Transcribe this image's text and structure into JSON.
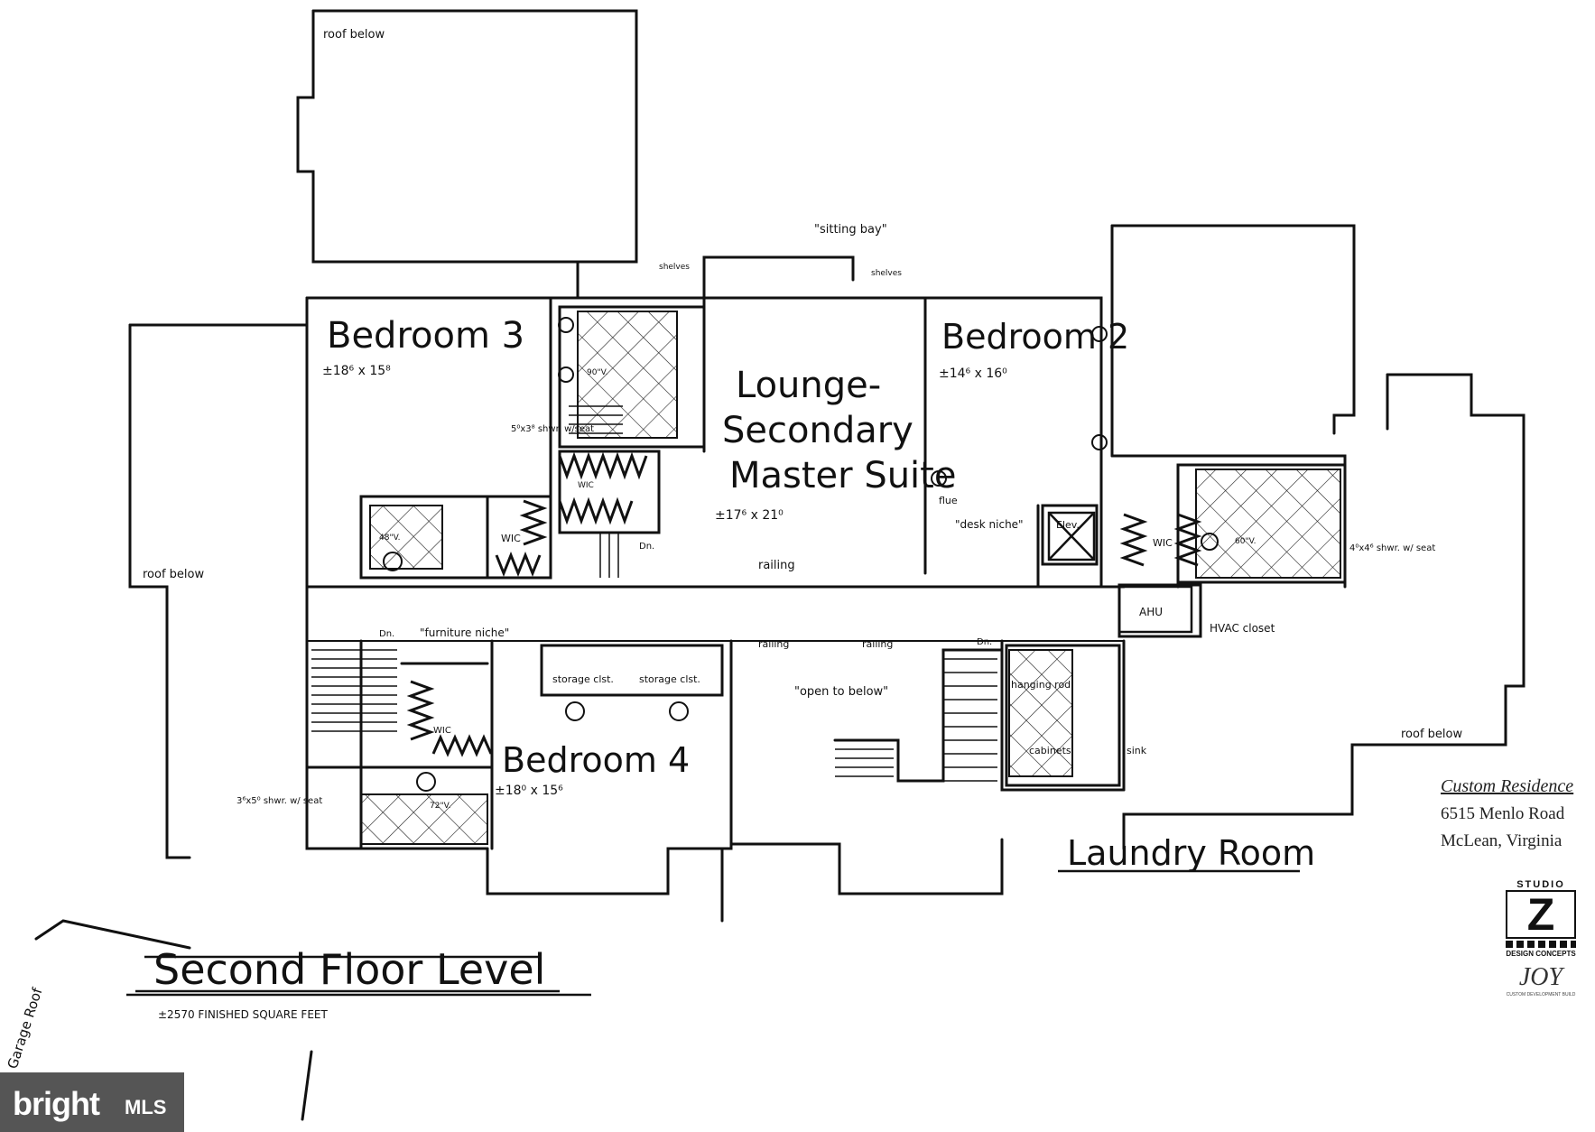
{
  "plan": {
    "title": "Second Floor Level",
    "sqft": "±2570 FINISHED SQUARE FEET",
    "rooms": [
      {
        "name": "Bedroom 3",
        "dims": "±18⁶ x 15⁸"
      },
      {
        "name": "Bedroom 2",
        "dims": "±14⁶ x 16⁰"
      },
      {
        "name": "Bedroom 4",
        "dims": "±18⁰ x 15⁶"
      },
      {
        "name": "Lounge-",
        "dims": ""
      },
      {
        "name": "Secondary",
        "dims": ""
      },
      {
        "name": "Master Suite",
        "dims": "±17⁶ x 21⁰"
      },
      {
        "name": "Laundry Room",
        "dims": ""
      }
    ],
    "notes": {
      "roof_below_top": "roof below",
      "roof_below_left": "roof below",
      "roof_below_right": "roof below",
      "sitting_bay": "\"sitting bay\"",
      "shelves_left": "shelves",
      "shelves_right": "shelves",
      "open_to_below": "\"open to below\"",
      "railing": "railing",
      "furniture_niche": "\"furniture niche\"",
      "storage_1": "storage clst.",
      "storage_2": "storage clst.",
      "desk_niche": "\"desk niche\"",
      "flue": "flue",
      "hvac": "HVAC closet",
      "ahu": "AHU",
      "elev": "Elev.",
      "wic": "WIC",
      "dn": "Dn.",
      "shower_b3": "5⁰x3⁸ shwr. w/seat",
      "shower_b2": "4⁰x4⁶ shwr. w/ seat",
      "shower_b4": "3⁶x5⁰ shwr. w/ seat",
      "hanging_rod": "hanging rod",
      "cabinets": "cabinets",
      "sink": "sink",
      "garage_roof": "Garage Roof",
      "vanity_90": "90\"V.",
      "vanity_48": "48\"V.",
      "vanity_72": "72\"V.",
      "vanity_60": "60\"V."
    }
  },
  "info": {
    "line1": "Custom Residence",
    "line2": "6515 Menlo Road",
    "line3": "McLean, Virginia"
  },
  "logo": {
    "studio": "STUDIO",
    "letter": "Z",
    "design": "DESIGN CONCEPTS",
    "joy": "JOY",
    "custom": "CUSTOM DEVELOPMENT BUILD"
  },
  "badge": {
    "brand": "bright",
    "mls": "MLS"
  }
}
